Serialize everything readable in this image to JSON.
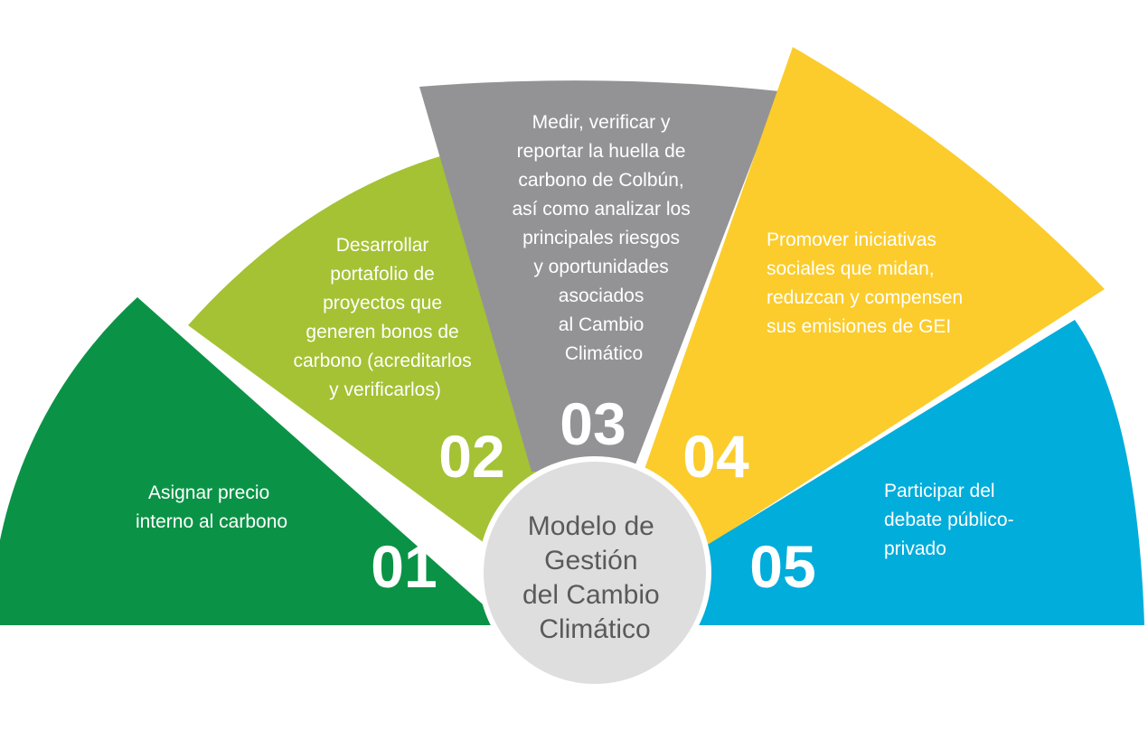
{
  "colors": {
    "s1": "#0a9346",
    "s2": "#a4c234",
    "s3": "#939396",
    "s4": "#fbcc2c",
    "s5": "#00addb",
    "center": "#dedede"
  },
  "center": {
    "lines": [
      "Modelo de",
      "Gestión",
      "del Cambio",
      "Climático"
    ]
  },
  "segments": [
    {
      "number": "01",
      "lines": [
        "Asignar precio",
        "interno al carbono"
      ]
    },
    {
      "number": "02",
      "lines": [
        "Desarrollar",
        "portafolio de",
        "proyectos que",
        "generen bonos de",
        "carbono (acreditarlos",
        "y verificarlos)"
      ]
    },
    {
      "number": "03",
      "lines": [
        "Medir, verificar y",
        "reportar la huella de",
        "carbono de Colbún,",
        "así como analizar los",
        "principales riesgos",
        "y oportunidades",
        "asociados",
        "al Cambio",
        "Climático"
      ]
    },
    {
      "number": "04",
      "lines": [
        "Promover iniciativas",
        "sociales que midan,",
        "reduzcan y compensen",
        "sus emisiones de GEI"
      ]
    },
    {
      "number": "05",
      "lines": [
        "Participar del",
        "debate público-",
        "privado"
      ]
    }
  ]
}
